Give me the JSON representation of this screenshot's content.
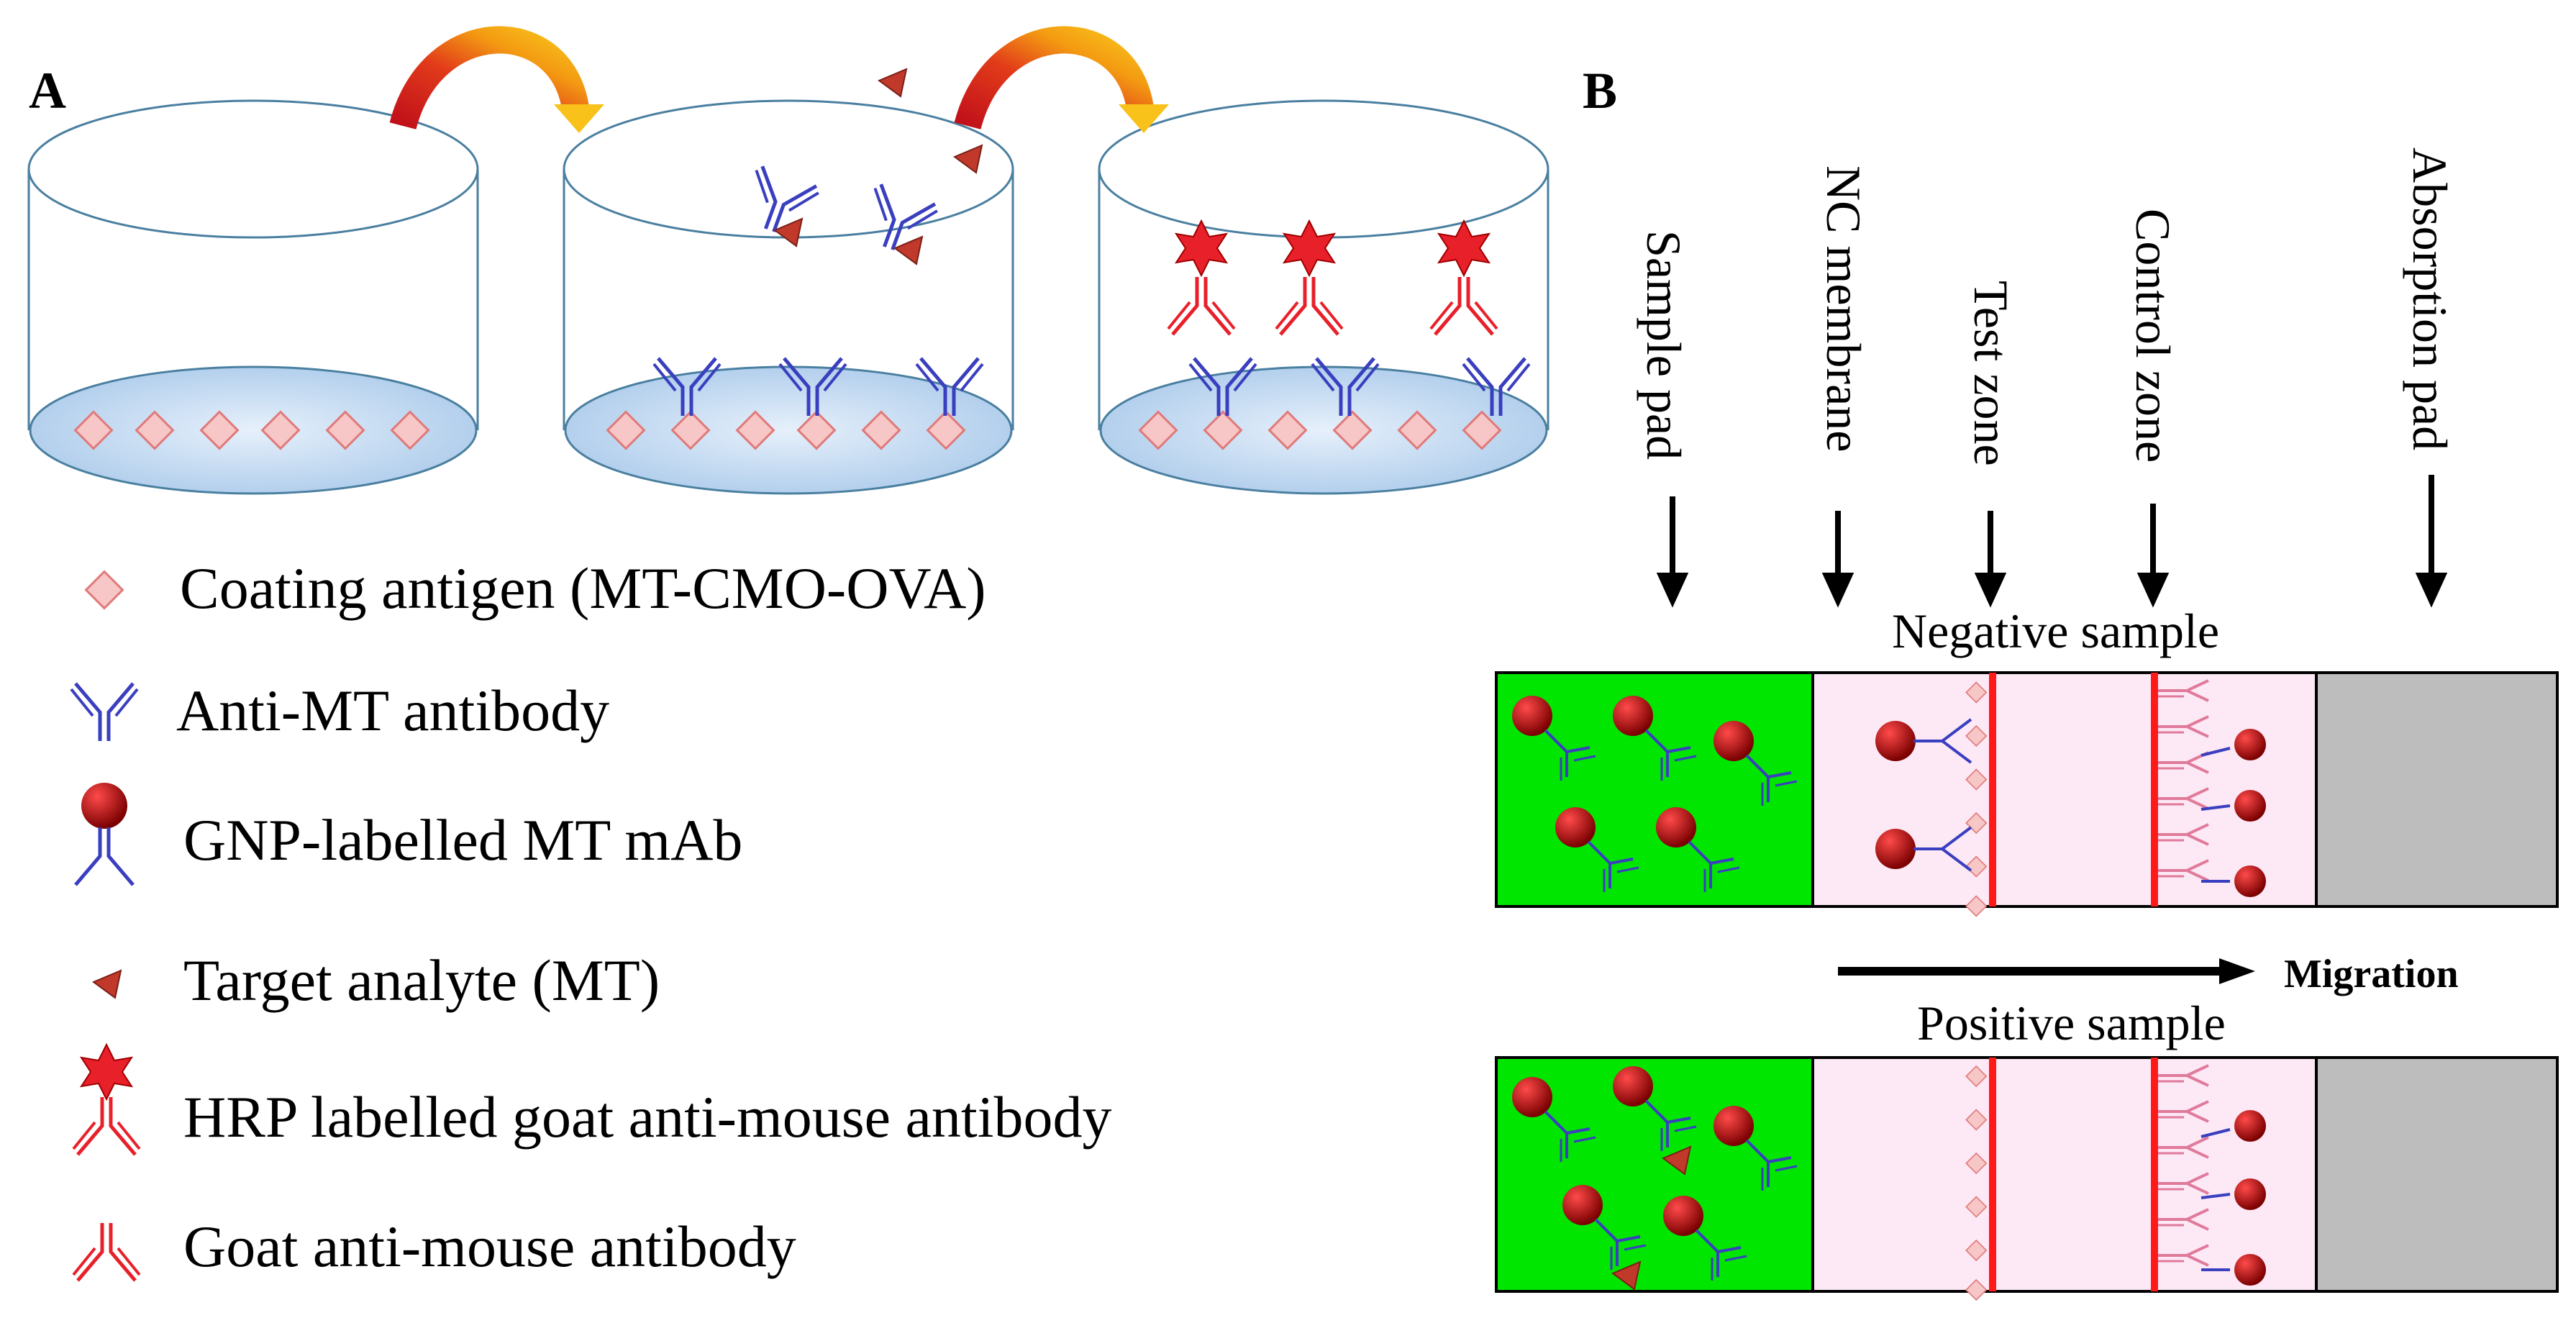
{
  "panels": {
    "a_label": "A",
    "b_label": "B"
  },
  "legend": {
    "items": [
      {
        "icon": "diamond-antigen-icon",
        "text": "Coating antigen (MT-CMO-OVA)"
      },
      {
        "icon": "blue-antibody-icon",
        "text": "Anti-MT antibody"
      },
      {
        "icon": "gnp-antibody-icon",
        "text": "GNP-labelled MT mAb"
      },
      {
        "icon": "triangle-analyte-icon",
        "text": "Target analyte (MT)"
      },
      {
        "icon": "hrp-antibody-icon",
        "text": "HRP labelled goat anti-mouse antibody"
      },
      {
        "icon": "red-antibody-icon",
        "text": "Goat anti-mouse antibody"
      }
    ]
  },
  "strip": {
    "zones": [
      "Sample pad",
      "NC membrane",
      "Test zone",
      "Control zone",
      "Absorption pad"
    ],
    "negative_label": "Negative sample",
    "positive_label": "Positive sample",
    "migration_label": "Migration"
  },
  "colors": {
    "blue_antibody": "#3a3fbf",
    "red_antibody": "#e8202a",
    "diamond_fill": "#f7c6c6",
    "diamond_stroke": "#e07a7a",
    "sample_pad": "#00e600",
    "membrane": "#fde8f6",
    "absorption_pad": "#bdbdbd",
    "line": "#ff1a1a",
    "gnp": "#b00000",
    "analyte": "#c0392b",
    "well_liquid": "#cfe3f5",
    "well_outline": "#4a7fa0"
  }
}
